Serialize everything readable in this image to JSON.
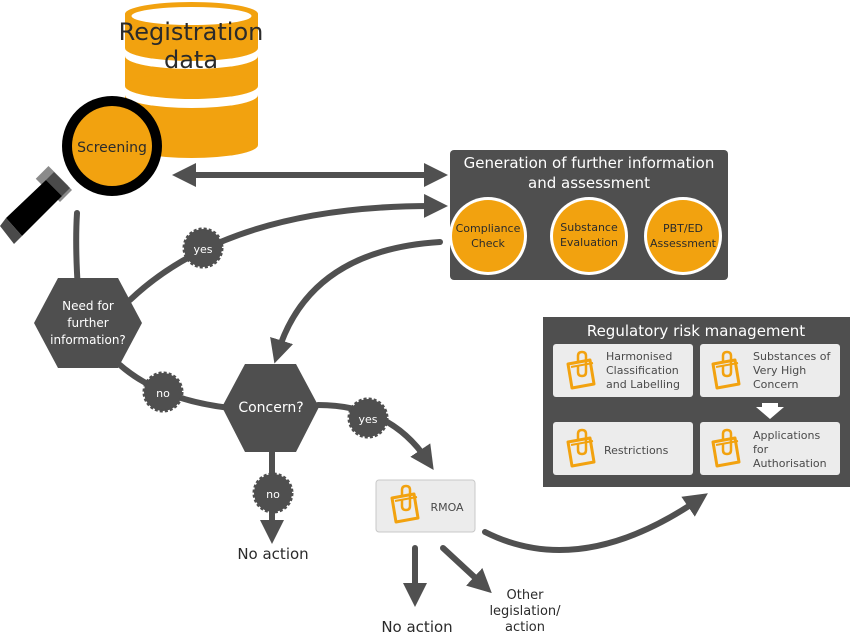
{
  "colors": {
    "orange": "#f2a20f",
    "dark_gray": "#505050",
    "box_gray": "#4f4f4f",
    "card_bg": "#ececec",
    "white": "#ffffff"
  },
  "database": {
    "label_line1": "Registration",
    "label_line2": "data",
    "icon": "database-icon"
  },
  "screening": {
    "label": "Screening",
    "icon": "magnifying-glass-icon"
  },
  "generation_box": {
    "title_line1": "Generation of further information",
    "title_line2": "and assessment",
    "circles": [
      {
        "line1": "Compliance",
        "line2": "Check"
      },
      {
        "line1": "Substance",
        "line2": "Evaluation"
      },
      {
        "line1": "PBT/ED",
        "line2": "Assessment"
      }
    ]
  },
  "decisions": {
    "need_info": {
      "line1": "Need for",
      "line2": "further",
      "line3": "information?"
    },
    "concern": {
      "label": "Concern?"
    }
  },
  "badges": {
    "yes_need": "yes",
    "no_need": "no",
    "yes_concern": "yes",
    "no_concern": "no"
  },
  "rmoa": {
    "label": "RMOA",
    "icon": "clipboard-icon"
  },
  "outcomes": {
    "no_action_concern": "No action",
    "no_action_rmoa": "No action",
    "other_line1": "Other",
    "other_line2": "legislation/",
    "other_line3": "action"
  },
  "rrm_box": {
    "title": "Regulatory risk management",
    "cards": [
      {
        "lines": [
          "Harmonised",
          "Classification",
          "and Labelling"
        ]
      },
      {
        "lines": [
          "Substances of",
          "Very High",
          "Concern"
        ]
      },
      {
        "lines": [
          "Restrictions"
        ]
      },
      {
        "lines": [
          "Applications",
          "for",
          "Authorisation"
        ]
      }
    ]
  }
}
